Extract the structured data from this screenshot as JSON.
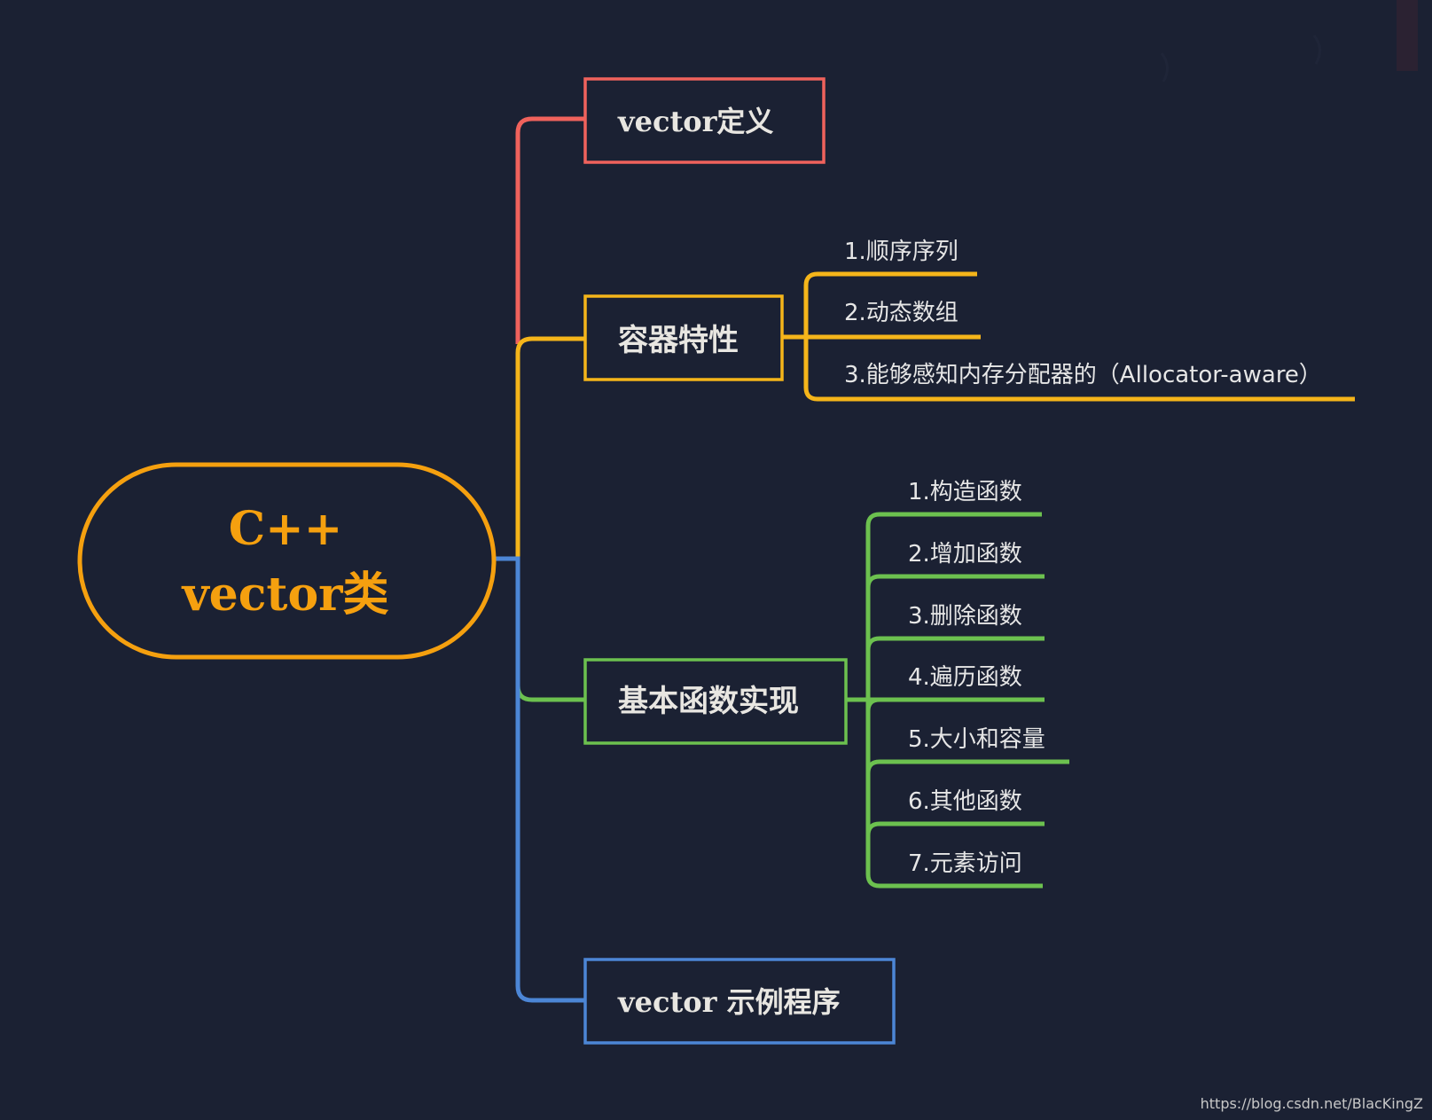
{
  "root": {
    "line1": "C++",
    "line2": "vector类",
    "color": "#f5a00f"
  },
  "branches": [
    {
      "label": "vector定义",
      "color": "#f0625c",
      "children": []
    },
    {
      "label": "容器特性",
      "color": "#f5b51a",
      "children": [
        "1.顺序序列",
        "2.动态数组",
        "3.能够感知内存分配器的（Allocator-aware）"
      ]
    },
    {
      "label": "基本函数实现",
      "color": "#6cc14f",
      "children": [
        "1.构造函数",
        "2.增加函数",
        "3.删除函数",
        "4.遍历函数",
        "5.大小和容量",
        "6.其他函数",
        "7.元素访问"
      ]
    },
    {
      "label": "vector 示例程序",
      "color": "#4c86d6",
      "children": []
    }
  ],
  "colors": {
    "background": "#1b2133",
    "node_text": "#e8e6e1",
    "leaf_text": "#e6e6e6",
    "watermark_text": "#c8c8c8"
  },
  "watermark": "https://blog.csdn.net/BlacKingZ"
}
